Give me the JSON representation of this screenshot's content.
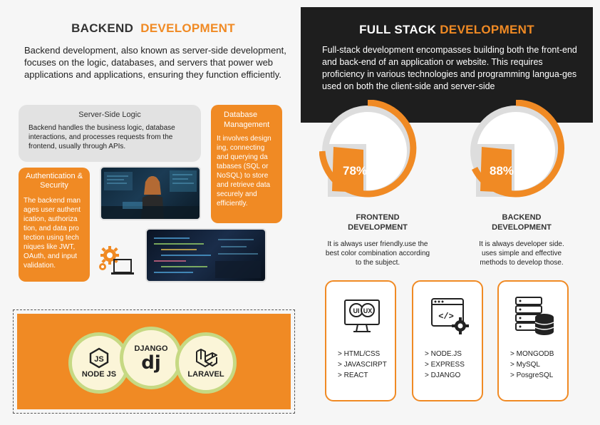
{
  "left": {
    "title_part1": "BACKEND",
    "title_part2": "DEVELOPMENT",
    "description": "Backend development, also known as server-side development, focuses on the logic, databases, and servers that power web applications and applications, ensuring they function efficiently.",
    "server_side": {
      "title": "Server-Side Logic",
      "body": "Backend handles the business logic, database interactions, and processes requests from the frontend, usually through APIs."
    },
    "database": {
      "title": "Database Management",
      "body": "It involves design ing, connecting and querying da tabases (SQL or NoSQL) to store and retrieve data securely and efficiently."
    },
    "auth": {
      "title": "Authentication & Security",
      "body": "The backend man ages user authent ication, authoriza tion, and data pro tection using tech niques like JWT, OAuth, and input validation."
    },
    "techs": [
      {
        "label": "NODE JS",
        "icon": "nodejs-icon"
      },
      {
        "label": "DJANGO",
        "icon": "django-icon",
        "glyph": "dj"
      },
      {
        "label": "LARAVEL",
        "icon": "laravel-icon"
      }
    ]
  },
  "right": {
    "title_part1": "FULL STACK",
    "title_part2": "DEVELOPMENT",
    "description": "Full-stack development encompasses building both the front-end and back-end of an application or website. This requires proficiency in various technologies and programming langua-ges used on both the client-side and server-side",
    "stats": [
      {
        "value": "78%",
        "percent": 78,
        "title": "FRONTEND DEVELOPMENT",
        "description": "It is always user friendly.use the best color combination according to the subject."
      },
      {
        "value": "88%",
        "percent": 88,
        "title": "BACKEND DEVELOPMENT",
        "description": "It is always developer side. uses simple and effective methods to develop those."
      }
    ],
    "cards": [
      {
        "icon": "ui-ux-monitor-icon",
        "items": [
          "> HTML/CSS",
          "> JAVASCIRPT",
          "> REACT"
        ]
      },
      {
        "icon": "code-gear-icon",
        "items": [
          "> NODE.JS",
          "> EXPRESS",
          "> DJANGO"
        ]
      },
      {
        "icon": "database-server-icon",
        "items": [
          "> MONGODB",
          "> MySQL",
          "> PosgreSQL"
        ]
      }
    ]
  },
  "colors": {
    "accent": "#f08a24",
    "dark": "#1e1e1e",
    "light_gray": "#e2e2e2"
  }
}
